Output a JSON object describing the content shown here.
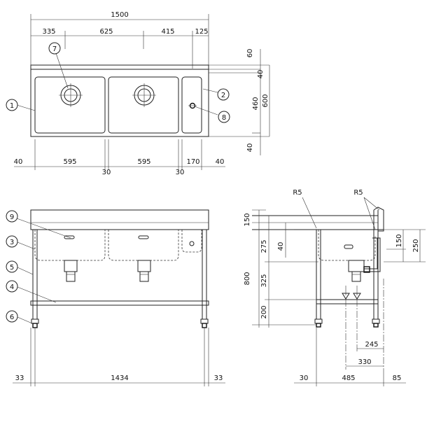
{
  "plan_view": {
    "overall_width": "1500",
    "top_segments": [
      "335",
      "625",
      "415",
      "125"
    ],
    "bottom_segments": [
      "40",
      "595",
      "30",
      "595",
      "30",
      "170",
      "40"
    ],
    "right_dims": [
      "60",
      "40",
      "460",
      "40"
    ],
    "overall_depth": "600"
  },
  "front_view": {
    "bottom_dims": [
      "33",
      "1434",
      "33"
    ]
  },
  "side_view": {
    "radius_labels": [
      "R5",
      "R5"
    ],
    "left_dims": [
      "150",
      "275",
      "40",
      "325",
      "200"
    ],
    "overall_height": "800",
    "right_dims": [
      "150",
      "250"
    ],
    "drain_dims": [
      "245",
      "330"
    ],
    "bottom_dims": [
      "30",
      "485",
      "85"
    ]
  },
  "callouts": [
    "1",
    "2",
    "3",
    "4",
    "5",
    "6",
    "7",
    "8",
    "9"
  ]
}
